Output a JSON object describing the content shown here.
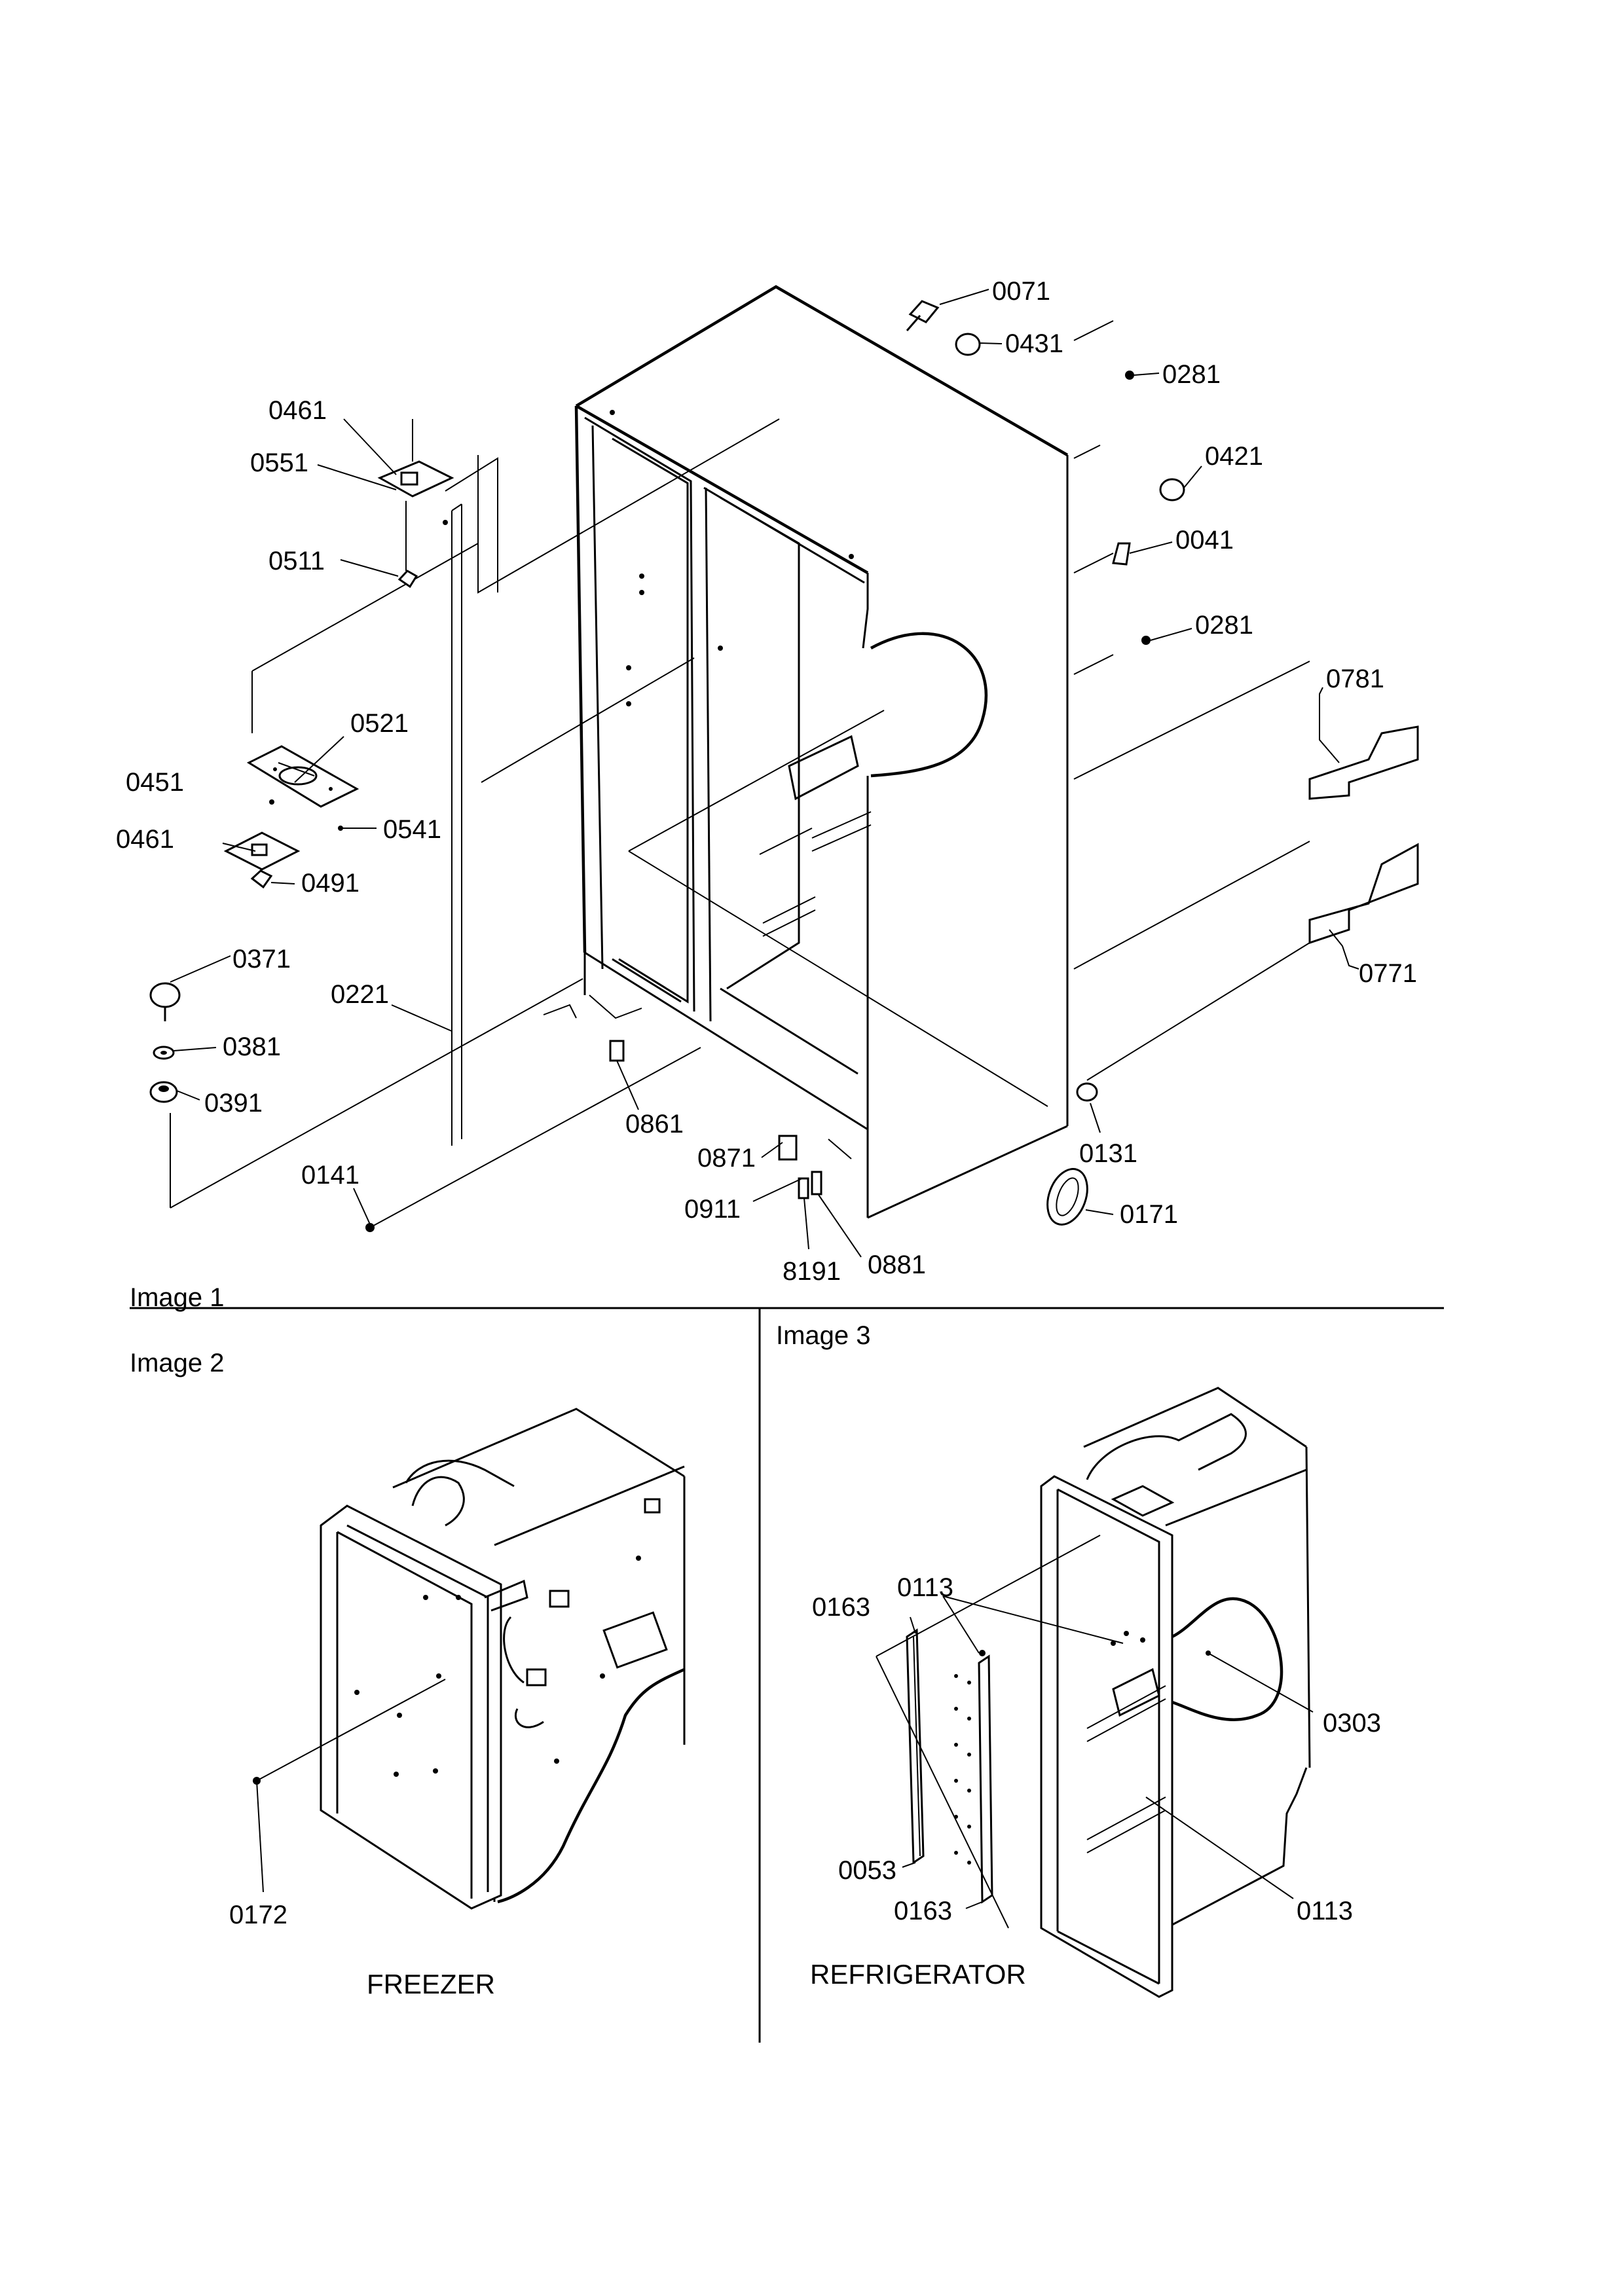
{
  "sections": {
    "image1": {
      "title": "Image 1"
    },
    "image2": {
      "title": "Image 2",
      "caption": "FREEZER"
    },
    "image3": {
      "title": "Image 3",
      "caption": "REFRIGERATOR"
    }
  },
  "parts": {
    "p0071": "0071",
    "p0431": "0431",
    "p0281a": "0281",
    "p0421": "0421",
    "p0041": "0041",
    "p0281b": "0281",
    "p0781": "0781",
    "p0771": "0771",
    "p0461a": "0461",
    "p0551": "0551",
    "p0511": "0511",
    "p0521": "0521",
    "p0451": "0451",
    "p0541": "0541",
    "p0461b": "0461",
    "p0491": "0491",
    "p0371": "0371",
    "p0381": "0381",
    "p0391": "0391",
    "p0221": "0221",
    "p0141": "0141",
    "p0861": "0861",
    "p0871": "0871",
    "p0911": "0911",
    "p8191": "8191",
    "p0881": "0881",
    "p0131": "0131",
    "p0171": "0171",
    "p0172": "0172",
    "p0163a": "0163",
    "p0113a": "0113",
    "p0303": "0303",
    "p0053": "0053",
    "p0163b": "0163",
    "p0113b": "0113"
  }
}
